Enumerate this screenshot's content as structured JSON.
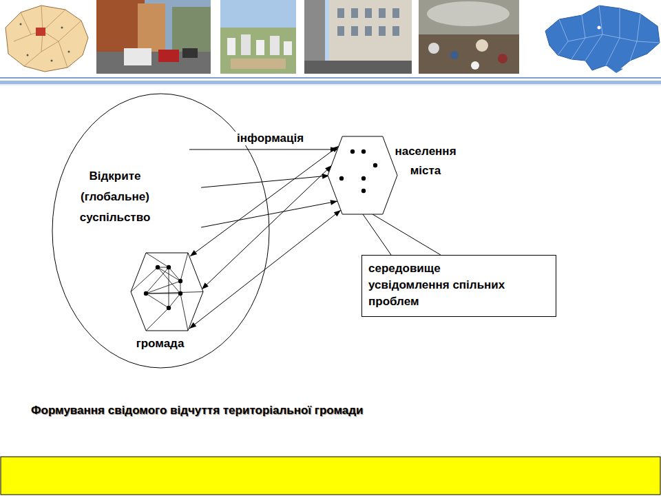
{
  "diagram": {
    "caption": "Формування свідомого відчуття територіальної громади",
    "nodes": [
      {
        "text": [
          "Відкрите (глобальне) суспільство"
        ]
      },
      {
        "text": [
          "громада"
        ],
        "in": 0
      },
      {
        "text": [
          "населення міста"
        ]
      },
      {
        "text": [
          "середовище усвідомлення спільних проблем"
        ]
      }
    ],
    "edges": [
      {
        "from": 0,
        "to": 2,
        "arrow": "to",
        "label": "інформація"
      },
      {
        "from": 0,
        "to": 2,
        "arrow": "to"
      },
      {
        "from": 0,
        "to": 2,
        "arrow": "to"
      },
      {
        "from": 2,
        "to": 1,
        "arrow": "both"
      },
      {
        "from": 2,
        "to": 1,
        "arrow": "both"
      },
      {
        "from": 2,
        "to": 1,
        "arrow": "both"
      },
      {
        "from": 2,
        "to": 3,
        "arrow": "none"
      },
      {
        "from": 2,
        "to": 3,
        "arrow": "none"
      }
    ]
  }
}
